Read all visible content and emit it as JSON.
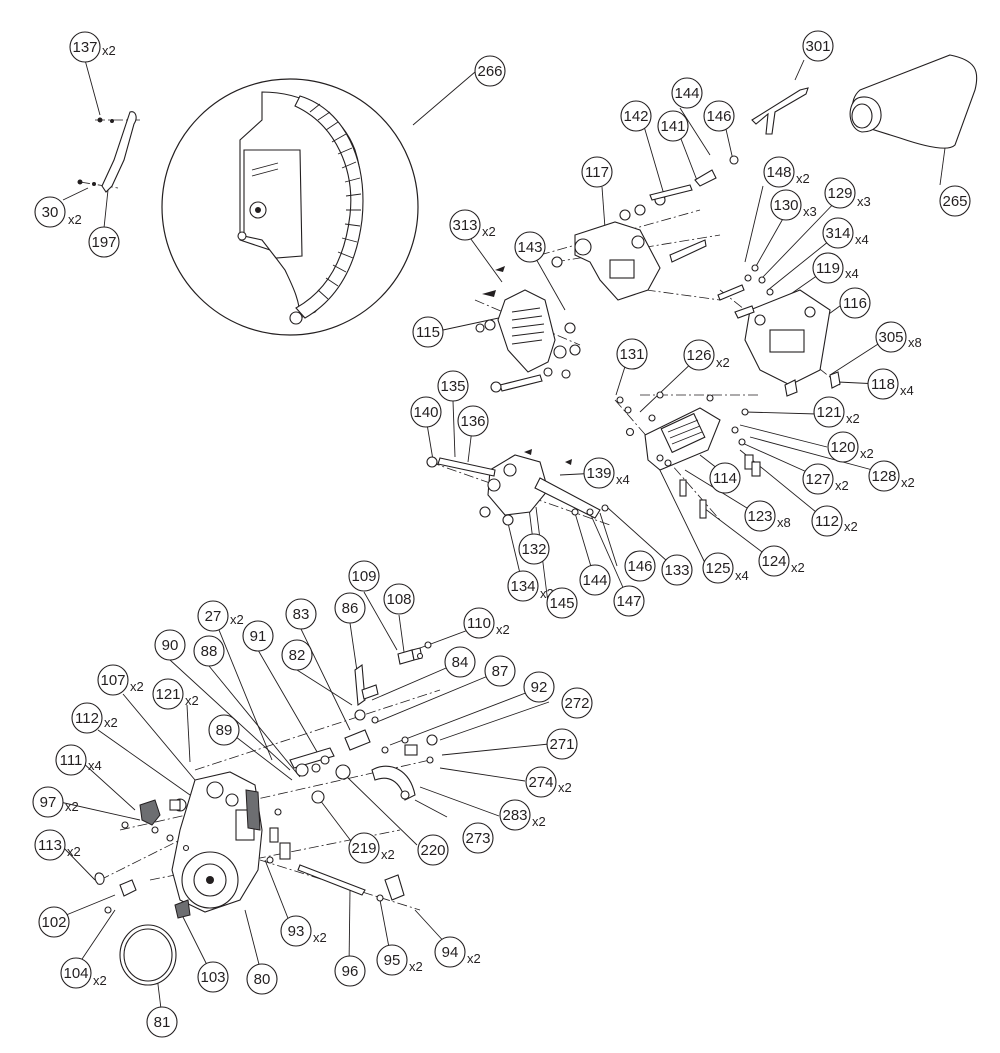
{
  "callouts": [
    {
      "num": "137",
      "qty": "x2"
    },
    {
      "num": "30",
      "qty": "x2"
    },
    {
      "num": "197",
      "qty": ""
    },
    {
      "num": "266",
      "qty": ""
    },
    {
      "num": "301",
      "qty": ""
    },
    {
      "num": "265",
      "qty": ""
    },
    {
      "num": "144",
      "qty": ""
    },
    {
      "num": "142",
      "qty": ""
    },
    {
      "num": "141",
      "qty": ""
    },
    {
      "num": "146",
      "qty": ""
    },
    {
      "num": "117",
      "qty": ""
    },
    {
      "num": "148",
      "qty": "x2"
    },
    {
      "num": "129",
      "qty": "x3"
    },
    {
      "num": "130",
      "qty": "x3"
    },
    {
      "num": "314",
      "qty": "x4"
    },
    {
      "num": "119",
      "qty": "x4"
    },
    {
      "num": "116",
      "qty": ""
    },
    {
      "num": "305",
      "qty": "x8"
    },
    {
      "num": "118",
      "qty": "x4"
    },
    {
      "num": "313",
      "qty": "x2"
    },
    {
      "num": "143",
      "qty": ""
    },
    {
      "num": "115",
      "qty": ""
    },
    {
      "num": "131",
      "qty": ""
    },
    {
      "num": "126",
      "qty": "x2"
    },
    {
      "num": "121",
      "qty": "x2"
    },
    {
      "num": "120",
      "qty": "x2"
    },
    {
      "num": "128",
      "qty": "x2"
    },
    {
      "num": "127",
      "qty": "x2"
    },
    {
      "num": "114",
      "qty": ""
    },
    {
      "num": "112",
      "qty": "x2"
    },
    {
      "num": "123",
      "qty": "x8"
    },
    {
      "num": "124",
      "qty": "x2"
    },
    {
      "num": "125",
      "qty": "x4"
    },
    {
      "num": "135",
      "qty": ""
    },
    {
      "num": "140",
      "qty": ""
    },
    {
      "num": "136",
      "qty": ""
    },
    {
      "num": "139",
      "qty": "x4"
    },
    {
      "num": "132",
      "qty": ""
    },
    {
      "num": "134",
      "qty": "x2"
    },
    {
      "num": "145",
      "qty": ""
    },
    {
      "num": "144",
      "qty": ""
    },
    {
      "num": "147",
      "qty": ""
    },
    {
      "num": "146",
      "qty": ""
    },
    {
      "num": "133",
      "qty": ""
    },
    {
      "num": "109",
      "qty": ""
    },
    {
      "num": "108",
      "qty": ""
    },
    {
      "num": "27",
      "qty": "x2"
    },
    {
      "num": "110",
      "qty": "x2"
    },
    {
      "num": "83",
      "qty": ""
    },
    {
      "num": "86",
      "qty": ""
    },
    {
      "num": "90",
      "qty": ""
    },
    {
      "num": "91",
      "qty": ""
    },
    {
      "num": "88",
      "qty": ""
    },
    {
      "num": "82",
      "qty": ""
    },
    {
      "num": "84",
      "qty": ""
    },
    {
      "num": "87",
      "qty": ""
    },
    {
      "num": "107",
      "qty": "x2"
    },
    {
      "num": "121",
      "qty": "x2"
    },
    {
      "num": "92",
      "qty": ""
    },
    {
      "num": "112",
      "qty": "x2"
    },
    {
      "num": "272",
      "qty": ""
    },
    {
      "num": "89",
      "qty": ""
    },
    {
      "num": "271",
      "qty": ""
    },
    {
      "num": "111",
      "qty": "x4"
    },
    {
      "num": "274",
      "qty": "x2"
    },
    {
      "num": "97",
      "qty": "x2"
    },
    {
      "num": "283",
      "qty": "x2"
    },
    {
      "num": "273",
      "qty": ""
    },
    {
      "num": "219",
      "qty": "x2"
    },
    {
      "num": "220",
      "qty": ""
    },
    {
      "num": "113",
      "qty": "x2"
    },
    {
      "num": "102",
      "qty": ""
    },
    {
      "num": "93",
      "qty": "x2"
    },
    {
      "num": "96",
      "qty": ""
    },
    {
      "num": "95",
      "qty": "x2"
    },
    {
      "num": "94",
      "qty": "x2"
    },
    {
      "num": "104",
      "qty": "x2"
    },
    {
      "num": "103",
      "qty": ""
    },
    {
      "num": "80",
      "qty": ""
    },
    {
      "num": "81",
      "qty": ""
    }
  ],
  "colors": {
    "line": "#231f20",
    "shade": "#6d6e71",
    "background": "#ffffff"
  }
}
